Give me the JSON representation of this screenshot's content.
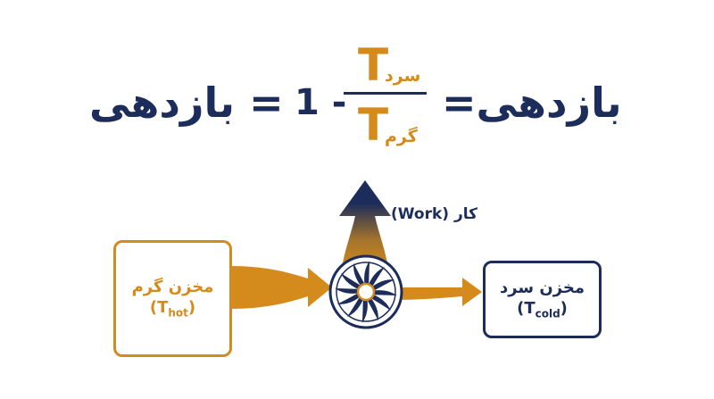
{
  "formula": {
    "lhs": "بازدهی=",
    "one": "1",
    "minus": "-",
    "numerator_symbol": "T",
    "numerator_sub": "سرد",
    "denominator_symbol": "T",
    "denominator_sub": "گرم",
    "rhs": "= بازدهی"
  },
  "hot_reservoir": {
    "title": "مخزن گرم",
    "temp_open": "(T",
    "temp_sub": "hot",
    "temp_close": ")"
  },
  "cold_reservoir": {
    "title": "مخزن سرد",
    "temp_open": "(T",
    "temp_sub": "cold",
    "temp_close": ")"
  },
  "work": {
    "label": "کار (Work)"
  },
  "colors": {
    "navy": "#1c2c5b",
    "gold": "#d58a1c"
  },
  "icons": {
    "engine": "turbine-icon"
  }
}
